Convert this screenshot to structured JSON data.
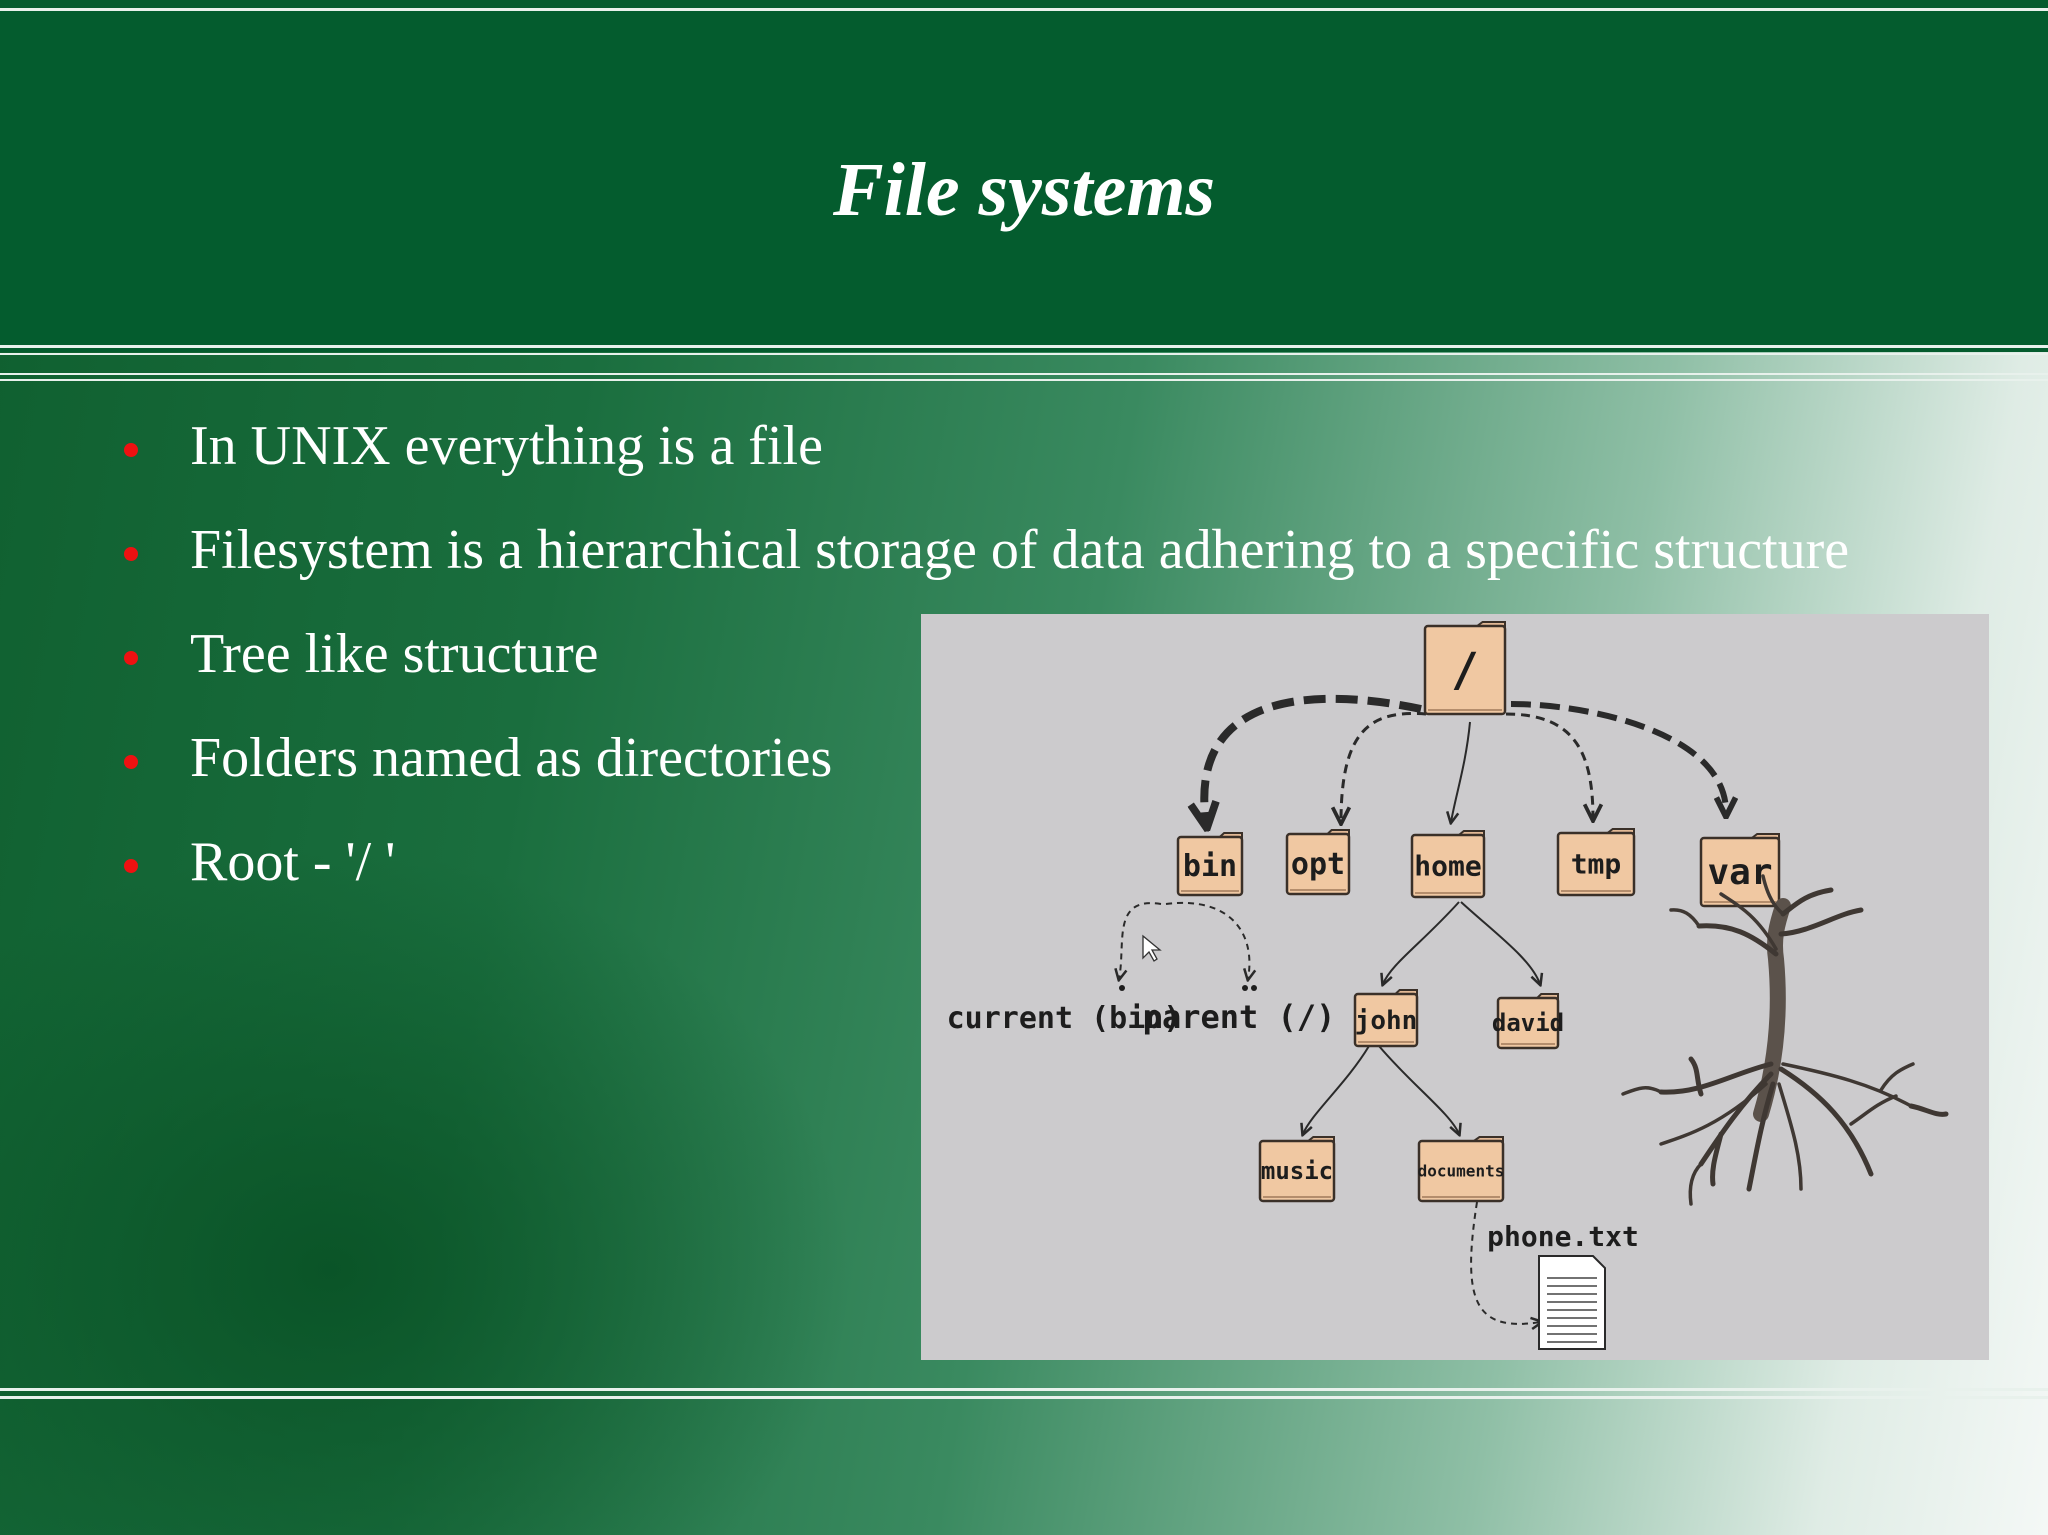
{
  "slide": {
    "title": "File systems",
    "accent_color": "#045c2e",
    "bullet_color": "#ee1111"
  },
  "bullets": [
    "In UNIX everything is a file",
    "Filesystem is a hierarchical storage of data adhering to a specific structure",
    "Tree like structure",
    "Folders named as directories",
    "Root - '/ '"
  ],
  "diagram": {
    "root": "/",
    "top_dirs": [
      "bin",
      "opt",
      "home",
      "tmp",
      "var"
    ],
    "bin_links": [
      "current (bin)",
      "parent (/)"
    ],
    "home_dirs": [
      "john",
      "david"
    ],
    "john_dirs": [
      "music",
      "documents"
    ],
    "file": "phone.txt",
    "icons": [
      "folder-icon",
      "file-icon",
      "tree-icon",
      "cursor-icon"
    ]
  }
}
